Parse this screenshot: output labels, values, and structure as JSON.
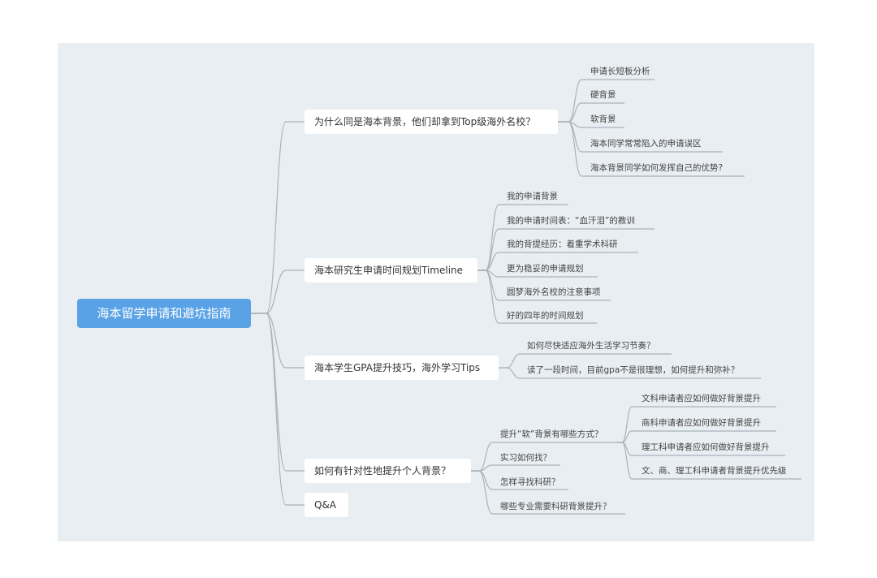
{
  "root": "海本留学申请和避坑指南",
  "branches": [
    {
      "label": "为什么同是海本背景，他们却拿到Top级海外名校？",
      "children": [
        "申请长短板分析",
        "硬背景",
        "软背景",
        "海本同学常常陷入的申请误区",
        "海本背景同学如何发挥自己的优势?"
      ]
    },
    {
      "label": "海本研究生申请时间规划Timeline",
      "children": [
        "我的申请背景",
        "我的申请时间表：“血汗泪”的教训",
        "我的背提经历：着重学术科研",
        "更为稳妥的申请规划",
        "圆梦海外名校的注意事项",
        "好的四年的时间规划"
      ]
    },
    {
      "label": "海本学生GPA提升技巧，海外学习Tips",
      "children": [
        "如何尽快适应海外生活学习节奏？",
        "读了一段时间，目前gpa不是很理想，如何提升和弥补？"
      ]
    },
    {
      "label": "如何有针对性地提升个人背景？",
      "children": [
        {
          "label": "提升“软”背景有哪些方式？",
          "children": [
            "文科申请者应如何做好背景提升",
            "商科申请者应如何做好背景提升",
            "理工科申请者应如何做好背景提升",
            "文、商、理工科申请者背景提升优先级"
          ]
        },
        "实习如何找？",
        "怎样寻找科研？",
        "哪些专业需要科研背景提升？"
      ]
    },
    {
      "label": "Q&A",
      "children": []
    }
  ]
}
